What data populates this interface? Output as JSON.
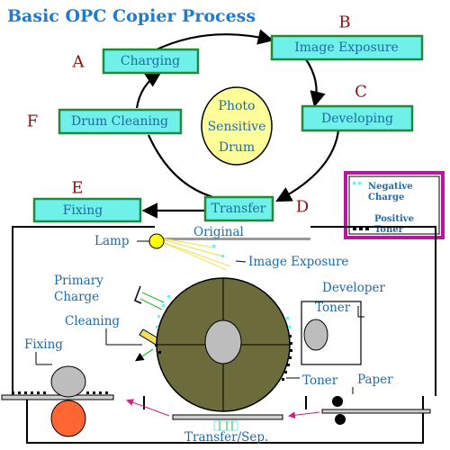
{
  "title": "Basic OPC Copier Process",
  "cycle": {
    "center_lines": [
      "Photo",
      "Sensitive",
      "Drum"
    ],
    "steps": [
      {
        "letter": "A",
        "label": "Charging"
      },
      {
        "letter": "B",
        "label": "Image Exposure"
      },
      {
        "letter": "C",
        "label": "Developing"
      },
      {
        "letter": "D",
        "label": "Transfer"
      },
      {
        "letter": "E",
        "label": "Fixing"
      },
      {
        "letter": "F",
        "label": "Drum Cleaning"
      }
    ]
  },
  "legend": {
    "negative_charge": [
      "Negative",
      "Charge"
    ],
    "positive_toner": [
      "Positive",
      "Toner"
    ]
  },
  "machine": {
    "original": "Original",
    "lamp": "Lamp",
    "image_exposure": "Image Exposure",
    "primary_charge": [
      "Primary",
      "Charge"
    ],
    "cleaning": "Cleaning",
    "fixing": "Fixing",
    "developer": [
      "Developer",
      "Toner"
    ],
    "toner": "Toner",
    "paper": "Paper",
    "transfer_sep": "Transfer/Sep."
  },
  "colors": {
    "box_fill": "#6ff0e8",
    "box_border": "#1e8a3a",
    "text_blue": "#1f6aa8",
    "letter_red": "#8b0f0f",
    "drum_yellow": "#ffff99",
    "drum_olive": "#6b6b3c",
    "legend_border": "#b5179e"
  }
}
